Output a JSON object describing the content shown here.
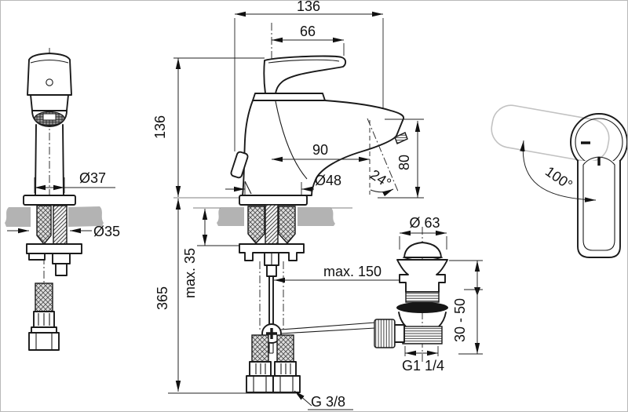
{
  "drawing": {
    "kind": "technical-dimension-drawing",
    "views": [
      "front-view",
      "side-view",
      "installation-view",
      "pop-up-waste-view",
      "handle-swivel-top-view"
    ]
  },
  "dims": {
    "overall_width": "136",
    "handle_length": "66",
    "height": "136",
    "spout_reach": "90",
    "spout_height": "80",
    "spout_angle": "24°",
    "base_dia": "Ø48",
    "body_dia": "Ø37",
    "hole_dia": "Ø35",
    "deck_max": "max. 35",
    "install_height": "365",
    "rod_reach": "max. 150",
    "plug_dia": "Ø 63",
    "drain_adjust": "30 - 50",
    "drain_thread": "G1 1/4",
    "supply_thread": "G 3/8",
    "swivel_angle": "100°"
  },
  "colors": {
    "line": "#1a1a1a",
    "dimension": "#222222",
    "countertop": "#b3b3b3",
    "ghost_handle": "#c2c2c2",
    "background": "#ffffff"
  }
}
